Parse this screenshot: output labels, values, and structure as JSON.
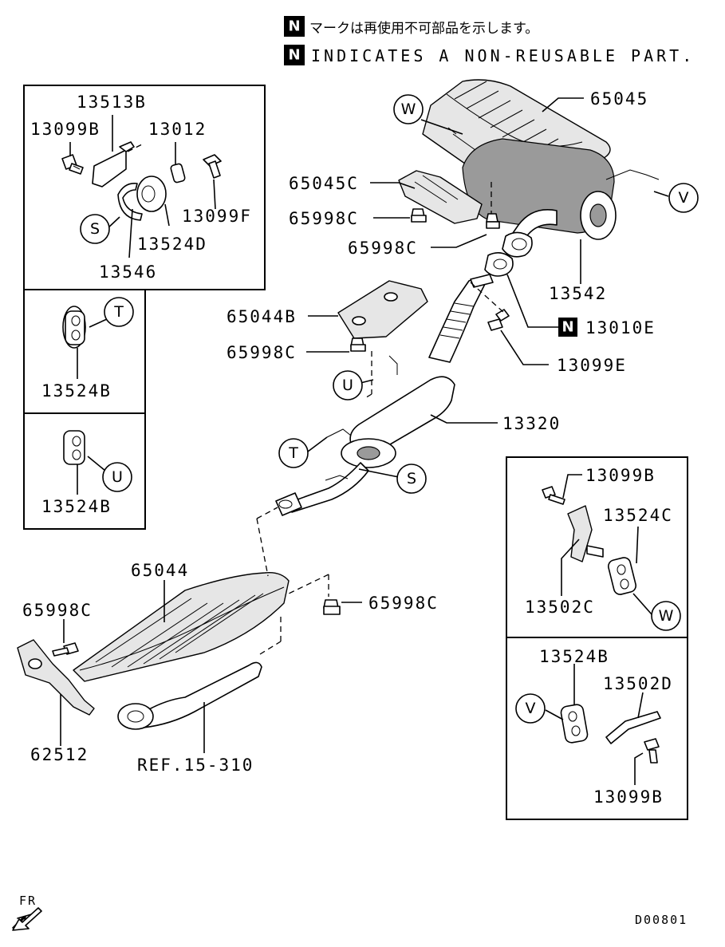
{
  "notes": {
    "nonreusable_mark": "N",
    "japanese": "マークは再使用不可部品を示します。",
    "english": "INDICATES A NON-REUSABLE PART."
  },
  "labels": {
    "p13513B": "13513B",
    "p13099B_tl": "13099B",
    "p13012": "13012",
    "p13099F": "13099F",
    "p13524D": "13524D",
    "p13546": "13546",
    "p13524B_t": "13524B",
    "p13524B_u": "13524B",
    "p65045": "65045",
    "p65045C": "65045C",
    "p65998C_a": "65998C",
    "p65998C_b": "65998C",
    "p13542": "13542",
    "p13010E": "13010E",
    "p13099E": "13099E",
    "p65044B": "65044B",
    "p65998C_c": "65998C",
    "p13320": "13320",
    "p65044": "65044",
    "p65998C_d": "65998C",
    "p65998C_e": "65998C",
    "p62512": "62512",
    "ref": "REF.15-310",
    "p13099B_r1": "13099B",
    "p13524C": "13524C",
    "p13502C": "13502C",
    "p13524B_r": "13524B",
    "p13502D": "13502D",
    "p13099B_r2": "13099B"
  },
  "callouts": {
    "S": "S",
    "T": "T",
    "U": "U",
    "V": "V",
    "W": "W"
  },
  "direction": {
    "label": "FR"
  },
  "figure_code": "D00801"
}
